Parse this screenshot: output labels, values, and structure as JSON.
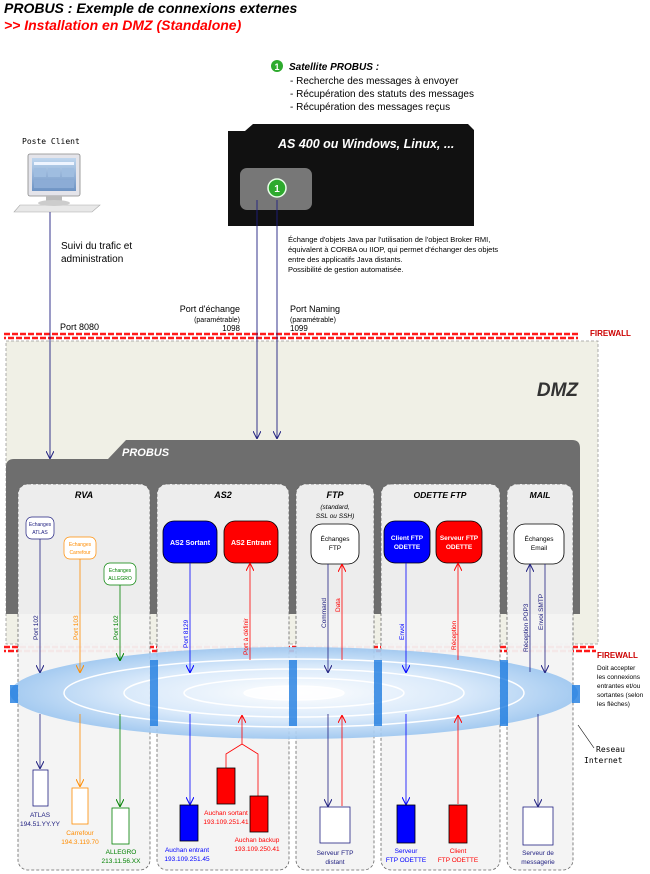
{
  "header": {
    "title": "PROBUS : Exemple de connexions externes",
    "subtitle": ">> Installation en DMZ (Standalone)"
  },
  "satellite": {
    "badge": "1",
    "title": "Satellite PROBUS :",
    "items": [
      "- Recherche des messages à envoyer",
      "- Récupération des statuts des messages",
      "- Récupération des messages reçus"
    ]
  },
  "server": {
    "title": "AS 400 ou Windows, Linux, ..."
  },
  "exchange_note": [
    "Échange d'objets Java par l'utilisation de l'object Broker RMI,",
    "équivalent à CORBA ou IIOP, qui permet d'échanger des objets",
    "entre des applicatifs Java distants.",
    "Possibilité de gestion automatisée."
  ],
  "poste": {
    "label": "Poste Client",
    "suivi": [
      "Suivi du trafic et",
      "administration"
    ],
    "port": "Port 8080"
  },
  "ports": {
    "exchange": [
      "Port d'échange",
      "(paramétrable)",
      "1098"
    ],
    "naming": [
      "Port Naming",
      "(paramétrable)",
      "1099"
    ]
  },
  "firewall": {
    "top": "FIREWALL",
    "bottom": "FIREWALL",
    "note": [
      "Doit accepter",
      "les connexions",
      "entrantes et/ou",
      "sortantes (selon",
      "les flèches)"
    ]
  },
  "dmz": "DMZ",
  "probus": "PROBUS",
  "internet": [
    "Reseau",
    "Internet"
  ],
  "modules": {
    "rva": {
      "title": "RVA",
      "boxes": [
        [
          "Echanges",
          "ATLAS"
        ],
        [
          "Echanges",
          "Carrefour"
        ],
        [
          "Echanges",
          "ALLEGRO"
        ]
      ],
      "ports": [
        "Port 102",
        "Port 103",
        "Port 102"
      ],
      "targets": [
        [
          "ATLAS",
          "194.51.YY.YY"
        ],
        [
          "Carrefour",
          "194.3.119.70"
        ],
        [
          "ALLEGRO",
          "213.11.56.XX"
        ]
      ]
    },
    "as2": {
      "title": "AS2",
      "boxes": [
        "AS2 Sortant",
        "AS2 Entrant"
      ],
      "ports": [
        "Port 8129",
        "Port à définir"
      ],
      "targets": [
        [
          "Auchan entrant",
          "193.109.251.45"
        ],
        [
          "Auchan sortant",
          "193.109.251.41"
        ],
        [
          "Auchan backup",
          "193.109.250.41"
        ]
      ]
    },
    "ftp": {
      "title": "FTP",
      "sub": [
        "(standard,",
        "SSL ou SSH)"
      ],
      "box": [
        "Échanges",
        "FTP"
      ],
      "ports": [
        "Command",
        "Data"
      ],
      "target": [
        "Serveur FTP",
        "distant"
      ]
    },
    "odette": {
      "title": "ODETTE FTP",
      "boxes": [
        [
          "Client FTP",
          "ODETTE"
        ],
        [
          "Serveur FTP",
          "ODETTE"
        ]
      ],
      "ports": [
        "Envoi",
        "Réception"
      ],
      "targets": [
        [
          "Serveur",
          "FTP ODETTE"
        ],
        [
          "Client",
          "FTP ODETTE"
        ]
      ]
    },
    "mail": {
      "title": "MAIL",
      "box": [
        "Échanges",
        "Email"
      ],
      "ports": [
        "Réception POP3",
        "Envoi SMTP"
      ],
      "target": [
        "Serveur de",
        "messagerie"
      ]
    }
  },
  "colors": {
    "title": "#000000",
    "subtitle": "#ff0000",
    "blue": "#0000ff",
    "red": "#ff0000",
    "orange": "#ff8c00",
    "green": "#008000",
    "navy": "#202080",
    "probus": "#6e6e6e",
    "server": "#111111",
    "dmz": "#f0f0e6",
    "firewall": "#ff1a1a",
    "badge": "#2eaa2e"
  }
}
